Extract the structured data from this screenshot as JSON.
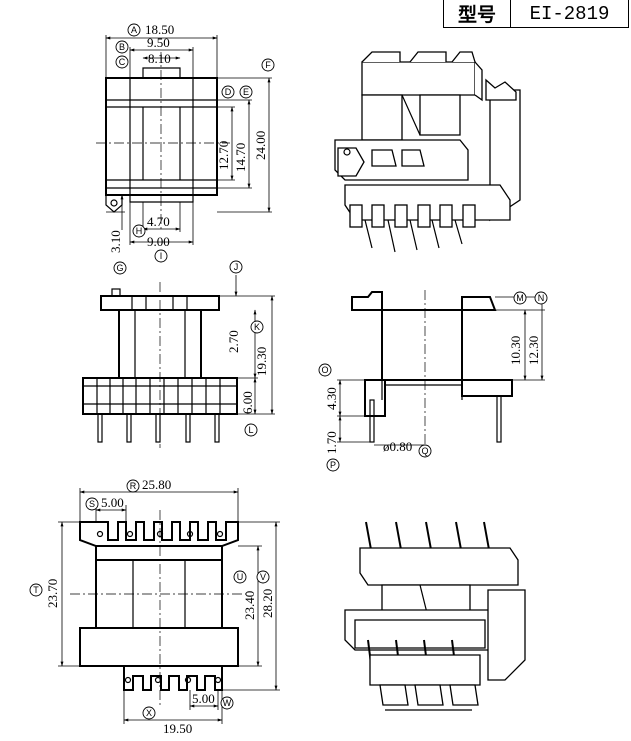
{
  "header": {
    "label_type": "型号",
    "model": "EI-2819"
  },
  "dimensions": {
    "A": "18.50",
    "B": "9.50",
    "C": "8.10",
    "D": "12.70",
    "E": "14.70",
    "F": "24.00",
    "G": "3.10",
    "H": "4.70",
    "I": "9.00",
    "J": "",
    "K": "19.30",
    "L": "6.00",
    "K2": "2.70",
    "M": "10.30",
    "N": "12.30",
    "O": "4.30",
    "P": "1.70",
    "Q": "ø0.80",
    "R": "25.80",
    "S": "5.00",
    "T": "23.70",
    "U": "23.40",
    "V": "28.20",
    "W": "5.00",
    "X": "19.50"
  },
  "balloons": [
    "A",
    "B",
    "C",
    "D",
    "E",
    "F",
    "G",
    "H",
    "I",
    "J",
    "K",
    "L",
    "M",
    "N",
    "O",
    "P",
    "Q",
    "R",
    "S",
    "T",
    "U",
    "V",
    "W",
    "X"
  ]
}
